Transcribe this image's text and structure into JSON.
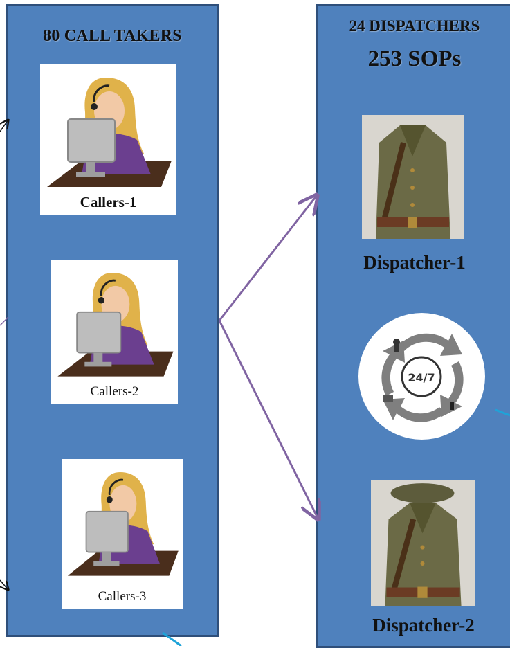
{
  "left_panel": {
    "title": "80 CALL TAKERS",
    "cards": [
      {
        "caption": "Callers-1"
      },
      {
        "caption": "Callers-2"
      },
      {
        "caption": "Callers-3"
      }
    ]
  },
  "right_panel": {
    "title_line1": "24 DISPATCHERS",
    "title_line2": "253 SOPs",
    "dispatchers": [
      {
        "label": "Dispatcher-1"
      },
      {
        "label": "Dispatcher-2"
      }
    ],
    "clock_text": "24/7"
  },
  "colors": {
    "panel_fill": "#4f81bd",
    "panel_border": "#2f4f7a",
    "arrow": "#8064a2",
    "accent_cyan": "#1fa3d8"
  }
}
